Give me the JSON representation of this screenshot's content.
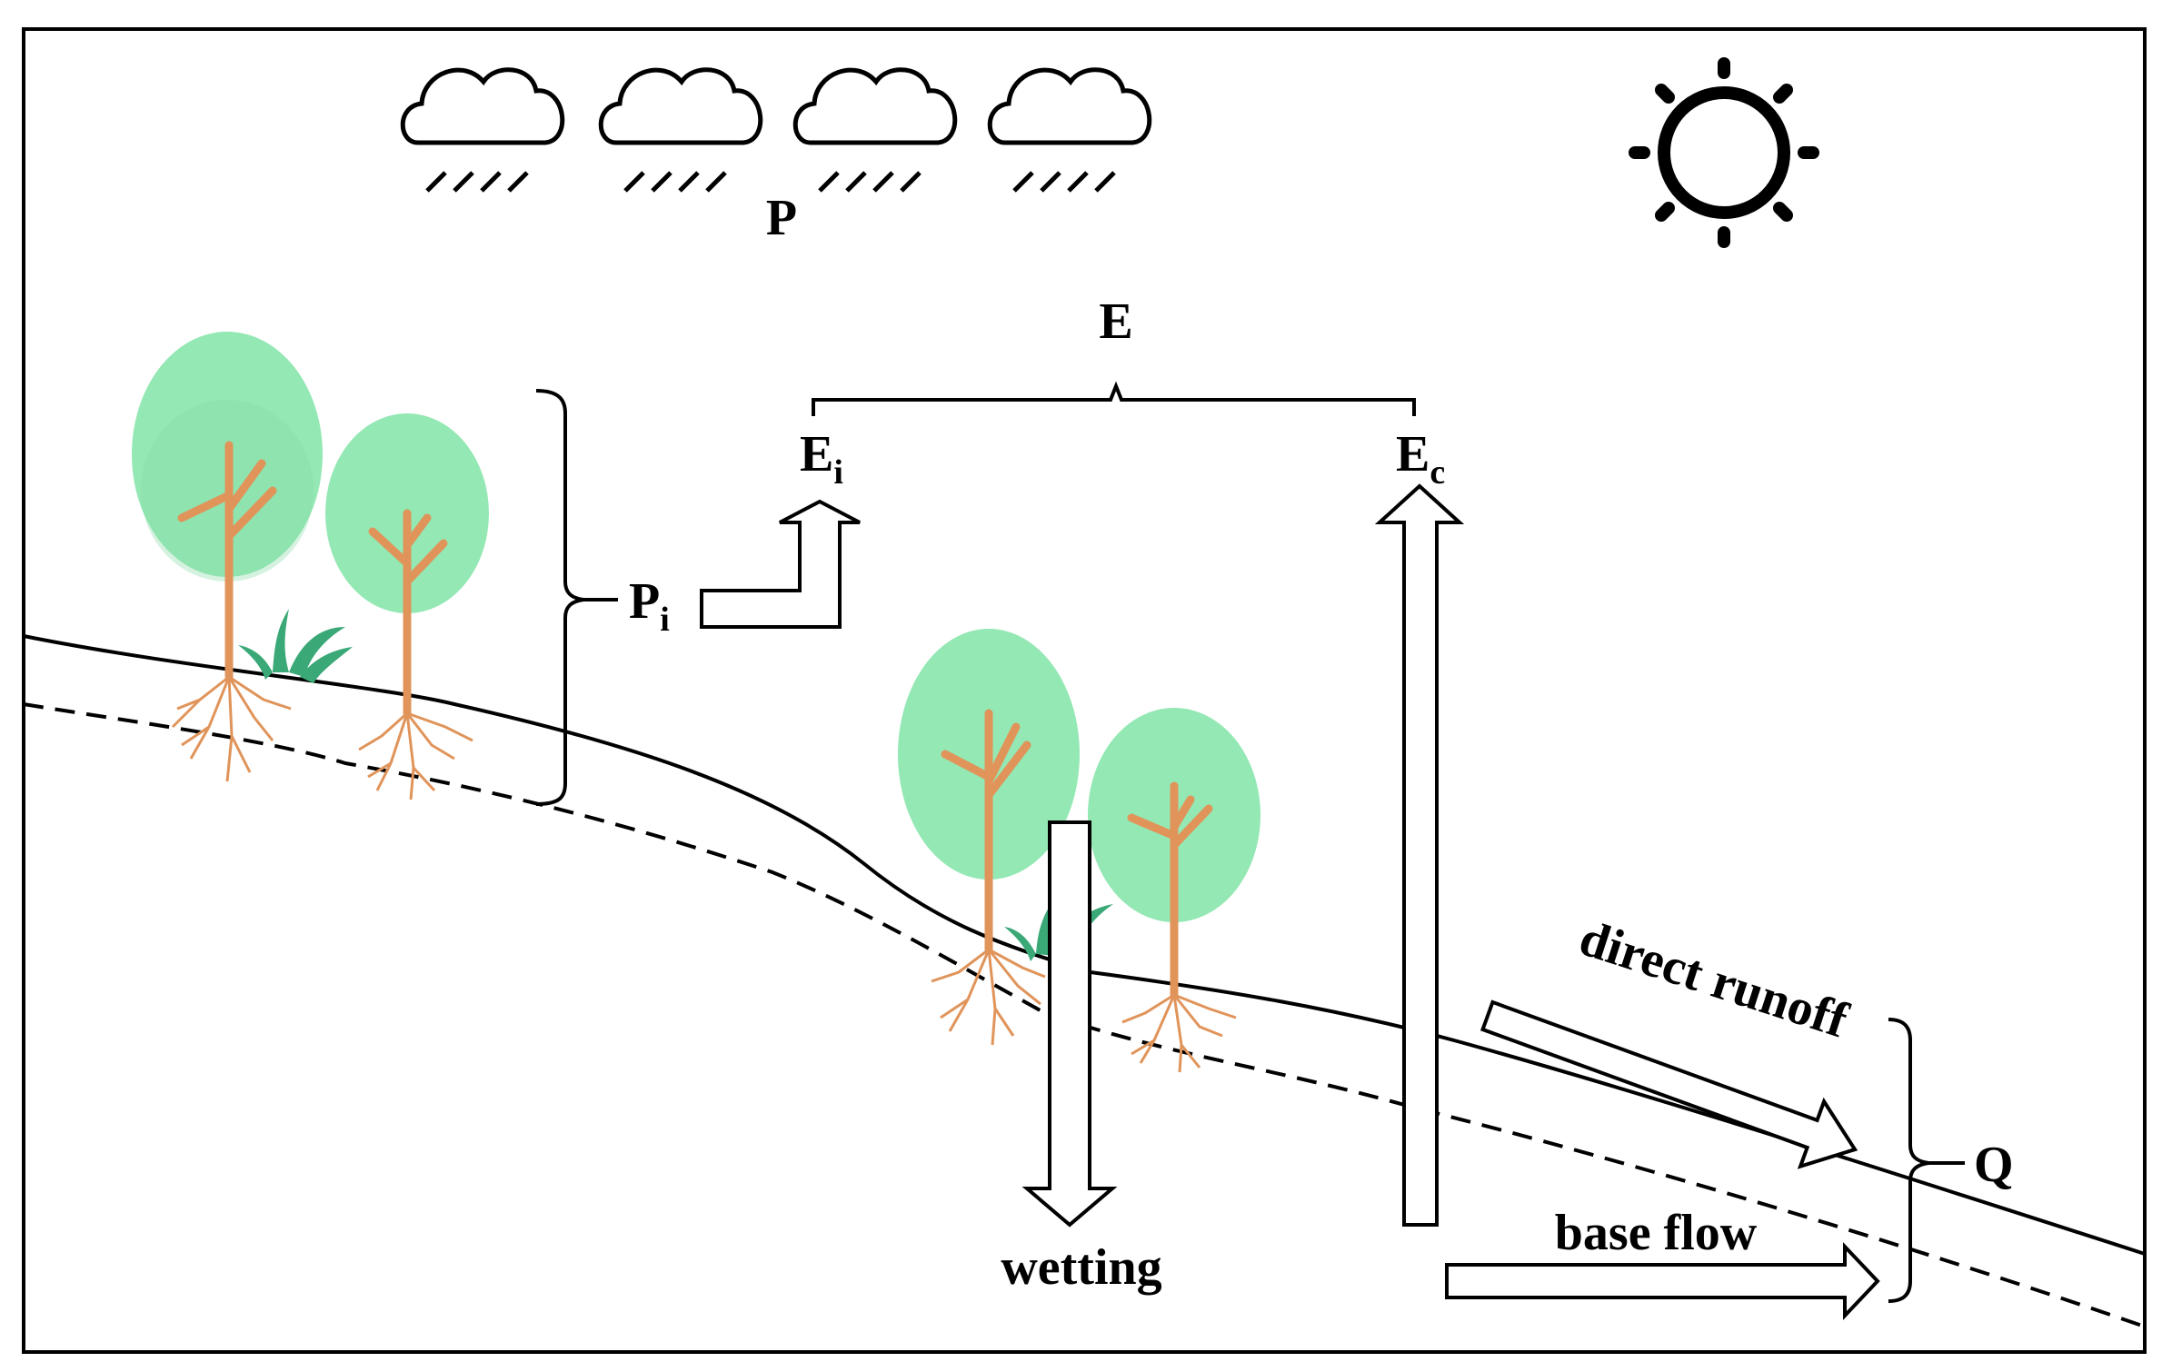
{
  "labels": {
    "precipitation": "P",
    "evaporation": "E",
    "interception_evaporation_main": "E",
    "interception_evaporation_sub": "i",
    "canopy_evaporation_main": "E",
    "canopy_evaporation_sub": "c",
    "interception_main": "P",
    "interception_sub": "i",
    "wetting": "wetting",
    "direct_runoff": "direct runoff",
    "base_flow": "base flow",
    "runoff_total": "Q"
  },
  "colors": {
    "canopy": "#94e8b4",
    "canopy_shade": "#86d9a6",
    "trunk": "#e0945a",
    "roots": "#e0945a",
    "grass": "#3aa877",
    "outline": "#000000"
  },
  "icons": {
    "rain_cloud": "cloud-rain-icon",
    "sun": "sun-icon"
  }
}
